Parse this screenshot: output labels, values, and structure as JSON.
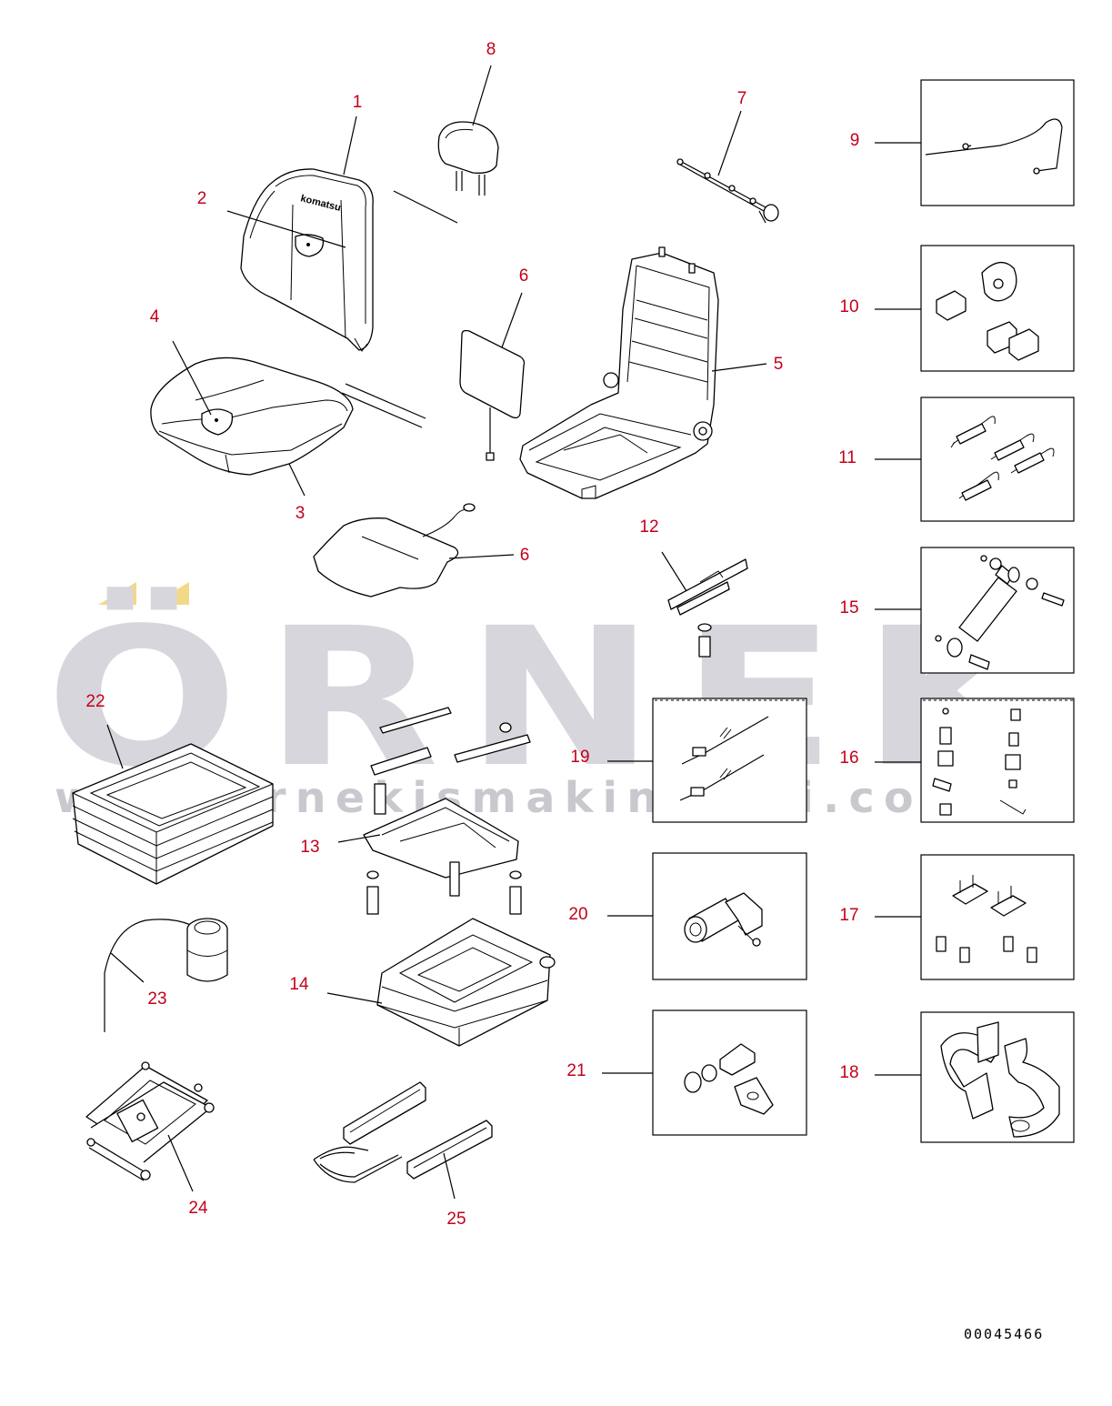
{
  "watermark": {
    "brand": "ÖRNEK",
    "url": "www.ornekismakinalari.com.tr",
    "accent_color": "#f2d98a",
    "text_color": "#d6d6dc"
  },
  "callout_color": "#c4001a",
  "document_number": "00045466",
  "callouts": {
    "c1": "1",
    "c2": "2",
    "c3": "3",
    "c4": "4",
    "c5": "5",
    "c6a": "6",
    "c6b": "6",
    "c7": "7",
    "c8": "8",
    "c9": "9",
    "c10": "10",
    "c11": "11",
    "c12": "12",
    "c13": "13",
    "c14": "14",
    "c15": "15",
    "c16": "16",
    "c17": "17",
    "c18": "18",
    "c19": "19",
    "c20": "20",
    "c21": "21",
    "c22": "22",
    "c23": "23",
    "c24": "24",
    "c25": "25"
  },
  "brand_label_on_backrest": "komatsu"
}
